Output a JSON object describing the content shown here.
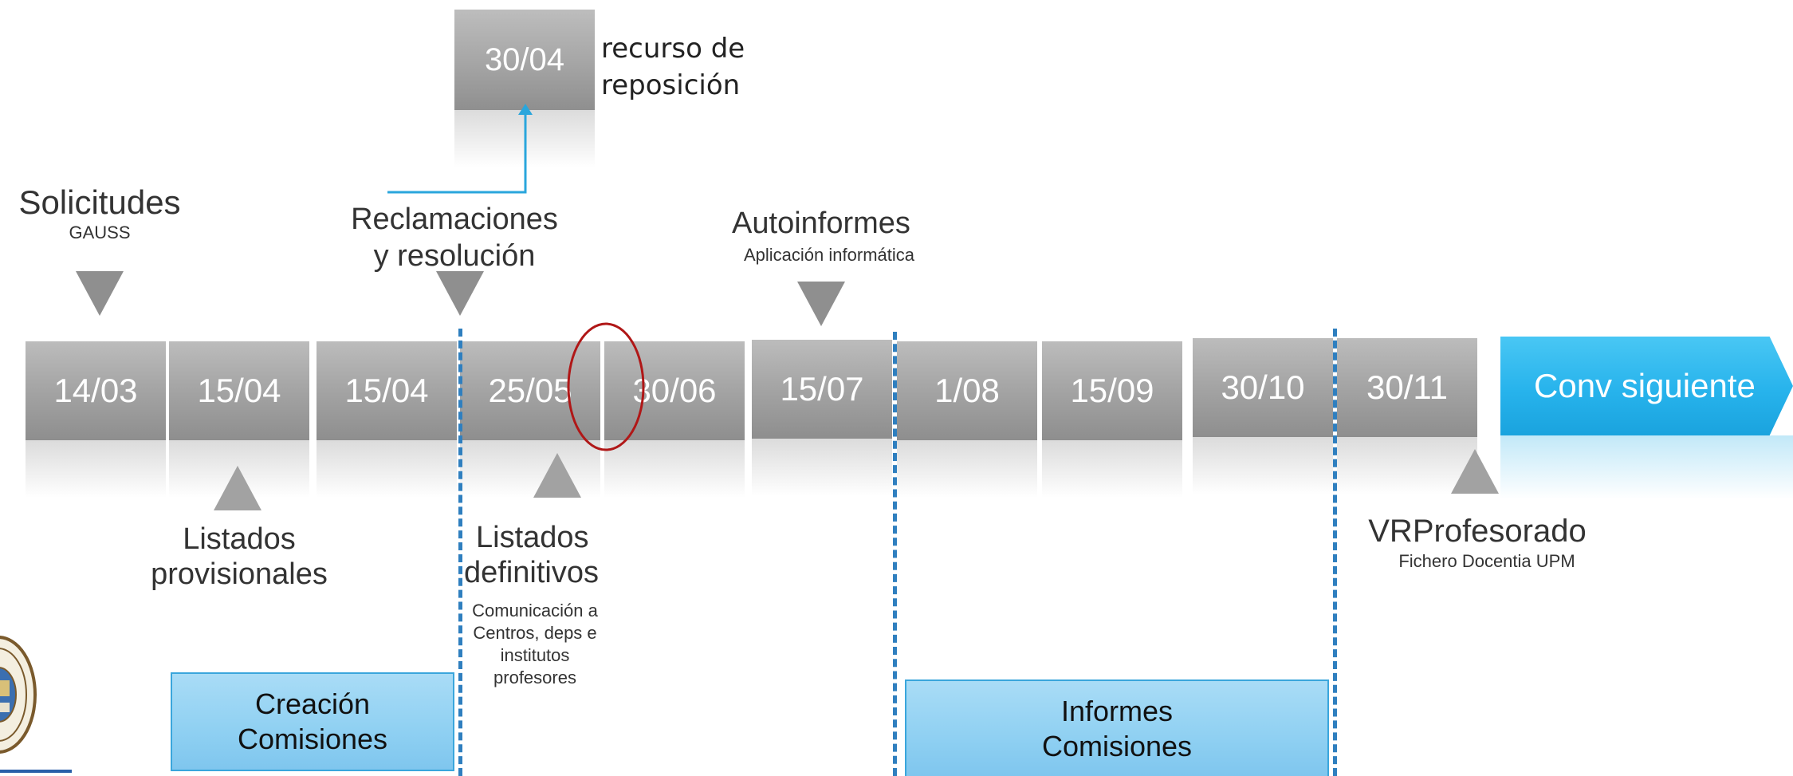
{
  "timeline": {
    "dates": [
      "14/03",
      "15/04",
      "15/04",
      "25/05",
      "30/06",
      "15/07",
      "1/08",
      "15/09",
      "30/10",
      "30/11"
    ],
    "next": "Conv siguiente"
  },
  "recurso": {
    "date": "30/04",
    "label_line1": "recurso de",
    "label_line2": "reposición"
  },
  "milestones": {
    "solicitudes": {
      "title": "Solicitudes",
      "subtitle": "GAUSS"
    },
    "reclamaciones": {
      "line1": "Reclamaciones",
      "line2": "y resolución"
    },
    "autoinformes": {
      "title": "Autoinformes",
      "subtitle": "Aplicación informática"
    },
    "listados_provisionales": {
      "line1": "Listados",
      "line2": "provisionales"
    },
    "listados_definitivos": {
      "line1": "Listados",
      "line2": "definitivos",
      "note": [
        "Comunicación a",
        "Centros, deps e",
        "institutos",
        "profesores"
      ]
    },
    "vrprofesorado": {
      "title": "VRProfesorado",
      "subtitle": "Fichero Docentia UPM"
    }
  },
  "phases": {
    "creacion": {
      "line1": "Creación",
      "line2": "Comisiones"
    },
    "informes": {
      "line1": "Informes",
      "line2": "Comisiones"
    }
  },
  "colors": {
    "box_gray": "#a6a6a6",
    "next_blue": "#27b3ec",
    "phase_blue": "#8fd0f2",
    "dashed_blue": "#2f7fbf",
    "arrow_blue": "#2aa6dc",
    "highlight_red": "#b01717"
  }
}
